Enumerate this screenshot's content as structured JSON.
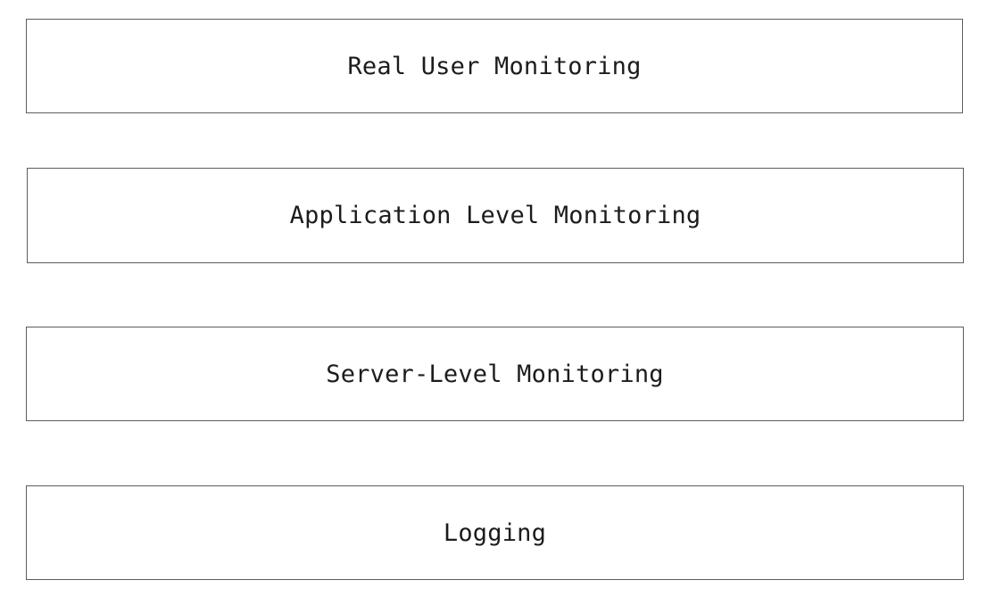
{
  "diagram": {
    "type": "layered-stack",
    "background_color": "#ffffff",
    "border_color": "#5d5d5d",
    "text_color": "#1c1c1c",
    "layers": [
      {
        "id": "real-user-monitoring",
        "label": "Real User Monitoring"
      },
      {
        "id": "application-level-monitoring",
        "label": "Application Level Monitoring"
      },
      {
        "id": "server-level-monitoring",
        "label": "Server-Level Monitoring"
      },
      {
        "id": "logging",
        "label": "Logging"
      }
    ]
  }
}
